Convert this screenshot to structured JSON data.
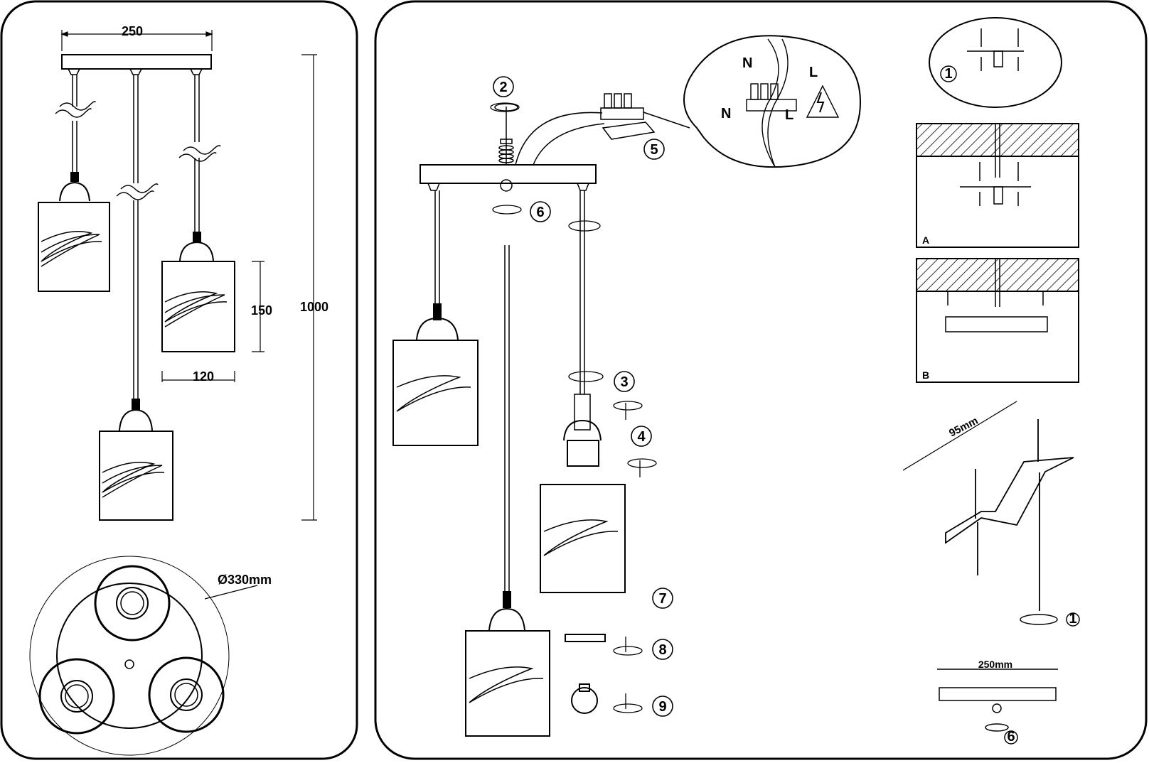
{
  "left_panel": {
    "dims": {
      "canopy_width": "250",
      "height": "1000",
      "shade_height": "150",
      "shade_width": "120",
      "diameter": "Ø330mm"
    }
  },
  "center_panel": {
    "steps": [
      "2",
      "6",
      "5",
      "3",
      "4",
      "7",
      "8",
      "9"
    ],
    "wiring": {
      "n_top": "N",
      "l_top": "L",
      "n_bottom": "N",
      "l_bottom": "L"
    }
  },
  "right_panel": {
    "step_top": "1",
    "variant_a": "A",
    "variant_b": "B",
    "bracket_dim": "95mm",
    "bracket_step": "1",
    "canopy_dim": "250mm",
    "canopy_step": "6"
  }
}
